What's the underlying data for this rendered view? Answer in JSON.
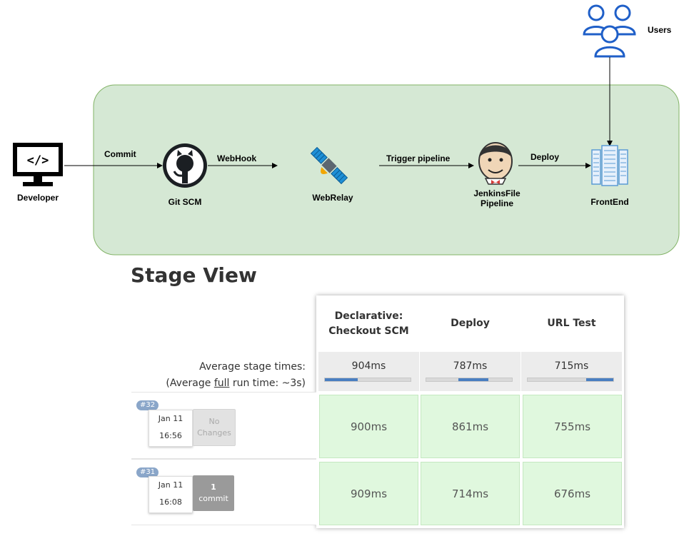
{
  "diagram": {
    "users_label": "Users",
    "developer_label": "Developer",
    "commit_label": "Commit",
    "git_label": "Git SCM",
    "webhook_label": "WebHook",
    "webrelay_label": "WebRelay",
    "trigger_label": "Trigger pipeline",
    "jenkins_label_1": "JenkinsFile",
    "jenkins_label_2": "Pipeline",
    "deploy_label": "Deploy",
    "frontend_label": "FrontEnd",
    "colors": {
      "container_fill": "#d5e8d4",
      "container_stroke": "#82b366",
      "users_icon": "#1f5fc8"
    }
  },
  "stage_view": {
    "title": "Stage View",
    "stages": [
      {
        "name_line1": "Declarative:",
        "name_line2": "Checkout SCM",
        "avg": "904ms",
        "avg_fraction": 0.38
      },
      {
        "name_line1": "Deploy",
        "name_line2": "",
        "avg": "787ms",
        "avg_fraction": 0.35
      },
      {
        "name_line1": "URL Test",
        "name_line2": "",
        "avg": "715ms",
        "avg_fraction": 0.32
      }
    ],
    "avg_label": "Average stage times:",
    "avg_run_prefix": "(Average ",
    "avg_run_full": "full",
    "avg_run_suffix": " run time: ~3s)",
    "runs": [
      {
        "badge": "#32",
        "date": "Jan 11",
        "time": "16:56",
        "changes_line1": "No",
        "changes_line2": "Changes",
        "times": [
          "900ms",
          "861ms",
          "755ms"
        ]
      },
      {
        "badge": "#31",
        "date": "Jan 11",
        "time": "16:08",
        "changes_line1": "1",
        "changes_line2": "commit",
        "times": [
          "909ms",
          "714ms",
          "676ms"
        ]
      }
    ]
  }
}
